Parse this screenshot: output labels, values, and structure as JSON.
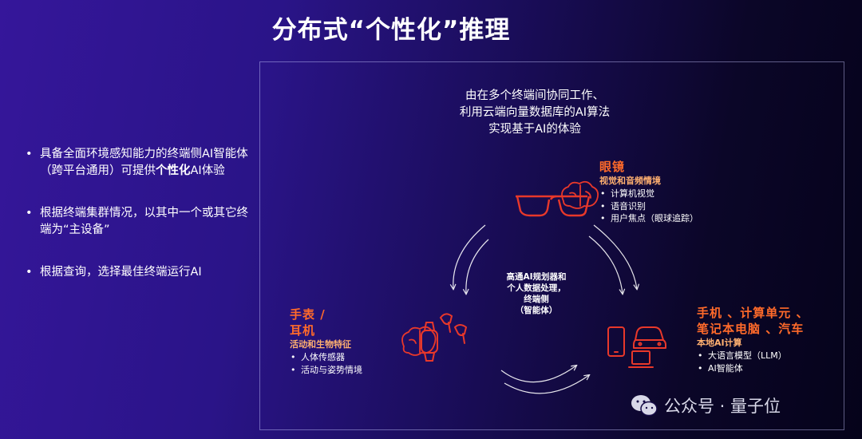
{
  "title": "分布式“个性化”推理",
  "bullets": [
    {
      "text_before": "具备全面环境感知能力的终端侧AI智能体（跨平台通用）可提供",
      "bold": "个性化",
      "text_after": "AI体验"
    },
    {
      "text_before": "根据终端集群情况，以其中一个或其它终端为“主设备”",
      "bold": "",
      "text_after": ""
    },
    {
      "text_before": "根据查询，选择最佳终端运行AI",
      "bold": "",
      "text_after": ""
    }
  ],
  "intro": [
    "由在多个终端间协同工作、",
    "利用云端向量数据库的AI算法",
    "实现基于AI的体验"
  ],
  "center_label": [
    "高通AI规划器和",
    "个人数据处理，",
    "终端侧",
    "（智能体）"
  ],
  "glasses": {
    "title": "眼镜",
    "subtitle": "视觉和音频情境",
    "items": [
      "计算机视觉",
      "语音识别",
      "用户焦点（眼球追踪）"
    ]
  },
  "watch": {
    "title_line1": "手表 /",
    "title_line2": "耳机",
    "subtitle": "活动和生物特征",
    "items": [
      "人体传感器",
      "活动与姿势情境"
    ]
  },
  "phone": {
    "title_line1": "手机 、计算单元 、",
    "title_line2": "笔记本电脑 、汽车",
    "subtitle": "本地AI计算",
    "items": [
      "大语言模型（LLM）",
      "AI智能体"
    ]
  },
  "watermark": {
    "text": "公众号 · 量子位",
    "icon": "wechat-icon"
  },
  "colors": {
    "accent": "#ff6a2a",
    "accent_light": "#ffb070",
    "icon_red": "#e8382a"
  }
}
